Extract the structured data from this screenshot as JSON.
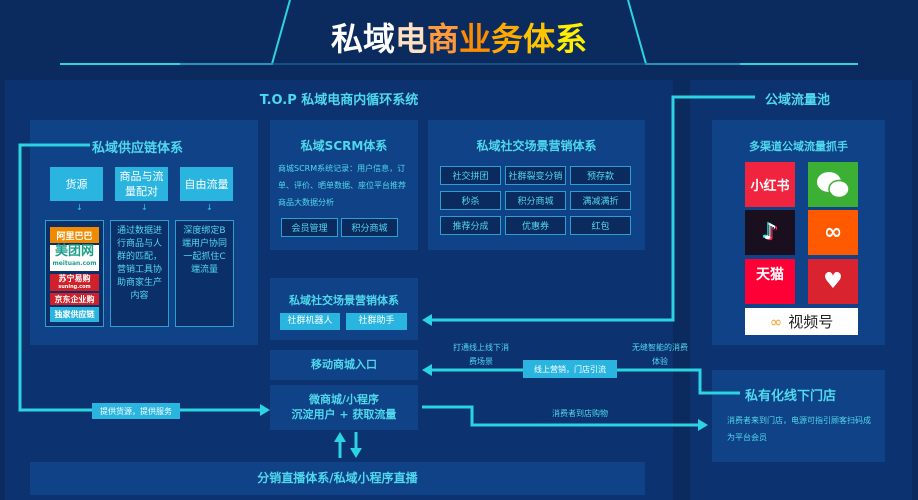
{
  "title": {
    "chars": [
      "私",
      "域",
      "电",
      "商",
      "业",
      "务",
      "体",
      "系"
    ],
    "colors": [
      "#ffffff",
      "#ffffff",
      "#ffe0c0",
      "#ff9a3c",
      "#ff8c00",
      "#ffaa00",
      "#ffc400",
      "#ffee00"
    ]
  },
  "colors": {
    "accent": "#2ad4e0",
    "bg": "#0b2a5e"
  },
  "main": {
    "title": "T.O.P 私域电商内循环系统"
  },
  "supply": {
    "title": "私域供应链体系",
    "heads": [
      "货源",
      "商品与流量配对",
      "自由流量"
    ],
    "brands": [
      "阿里巴巴",
      "美团网",
      "meituan.com",
      "苏宁易购",
      "suning.com",
      "京东企业购",
      "独家供应链"
    ],
    "desc1": "通过数据进行商品与人群的匹配，营销工具协助商家生产内容",
    "desc2": "深度绑定B端用户协同一起抓住C端流量"
  },
  "scrm": {
    "title": "私域SCRM体系",
    "desc": "商城SCRM系统记录：用户信息，订单、评价、晒单数据、座位平台推荐商品大数据分析",
    "buttons": [
      "会员管理",
      "积分商城"
    ]
  },
  "marketing": {
    "title": "私域社交场景营销体系",
    "tags": [
      "社交拼团",
      "社群裂变分销",
      "预存款",
      "秒杀",
      "积分商城",
      "满减满折",
      "推荐分成",
      "优惠券",
      "红包"
    ]
  },
  "social": {
    "title": "私域社交场景营销体系",
    "buttons": [
      "社群机器人",
      "社群助手"
    ]
  },
  "mall_entry": "移动商城入口",
  "mini": {
    "line1": "微商城/小程序",
    "line2": "沉淀用户 + 获取流量"
  },
  "live": "分销直播体系/私域小程序直播",
  "flows": {
    "supply_label": "提供货源，提供服务",
    "online_offline": "打通线上线下消费场景",
    "seamless": "无缝智能的消费体验",
    "marketing_label": "线上营销，门店引流",
    "to_store": "消费者到店购物"
  },
  "public": {
    "title": "公域流量池",
    "subtitle": "多渠道公域流量抓手",
    "logos": [
      "小红书",
      "微信",
      "抖音",
      "快手",
      "天猫",
      "拼多多",
      "视频号"
    ]
  },
  "store": {
    "title": "私有化线下门店",
    "desc": "消费者来到门店，电源可指引顾客扫码成为平台会员"
  }
}
